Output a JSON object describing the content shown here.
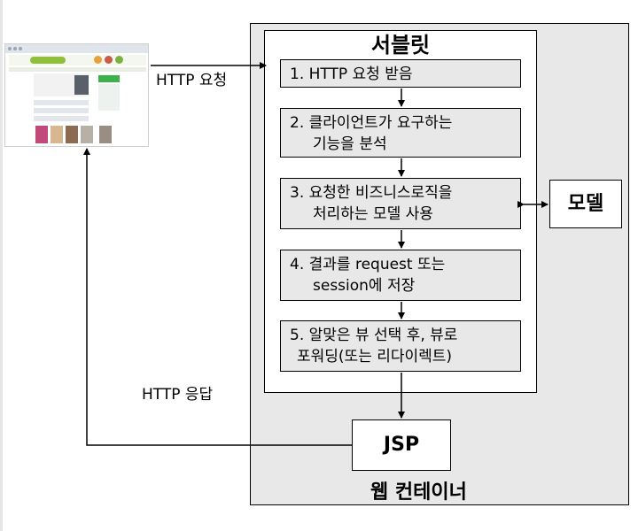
{
  "diagram": {
    "container_label": "웹 컨테이너",
    "servlet_title": "서블릿",
    "steps": [
      {
        "line1": "1. HTTP 요청 받음",
        "line2": ""
      },
      {
        "line1": "2. 클라이언트가 요구하는",
        "line2": "기능을 분석"
      },
      {
        "line1": "3. 요청한 비즈니스로직을",
        "line2": "처리하는 모델 사용"
      },
      {
        "line1": "4. 결과를 request 또는",
        "line2": "session에 저장"
      },
      {
        "line1": "5. 알맞은 뷰 선택 후, 뷰로",
        "line2": "포워딩(또는 리다이렉트)"
      }
    ],
    "model_label": "모델",
    "jsp_label": "JSP",
    "request_label": "HTTP 요청",
    "response_label": "HTTP 응답"
  }
}
